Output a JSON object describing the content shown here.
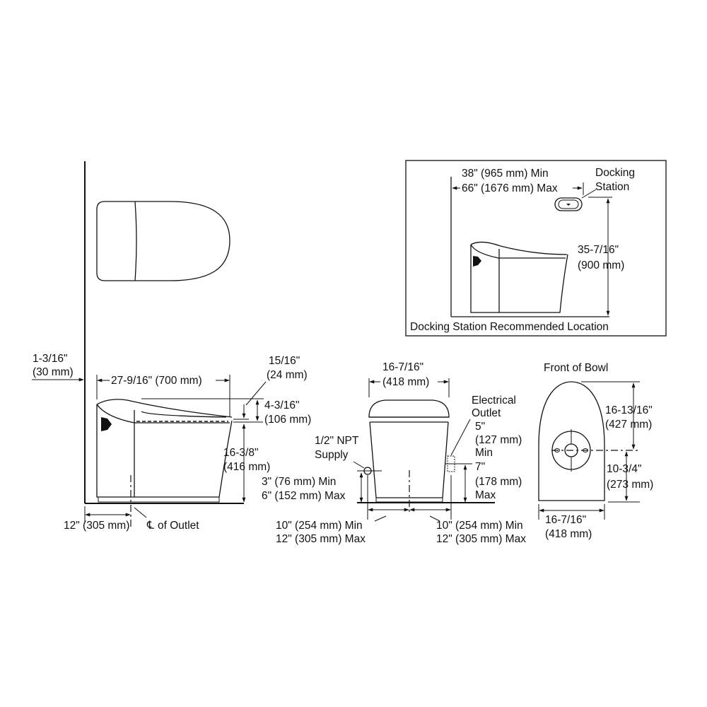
{
  "diagram": {
    "type": "technical-dimension-drawing",
    "subject": "Smart toilet with docking station",
    "line_color": "#111111",
    "background": "#ffffff"
  },
  "inset": {
    "title": "Docking Station Recommended Location",
    "distance_min": "38\" (965 mm) Min",
    "distance_max": "66\" (1676 mm) Max",
    "docking_label_1": "Docking",
    "docking_label_2": "Station",
    "height_in": "35-7/16\"",
    "height_mm": "(900 mm)"
  },
  "side_view": {
    "wall_offset_in": "1-3/16\"",
    "wall_offset_mm": "(30 mm)",
    "length": "27-9/16\" (700 mm)",
    "seat_gap_in": "15/16\"",
    "seat_gap_mm": "(24 mm)",
    "lid_height_in": "4-3/16\"",
    "lid_height_mm": "(106 mm)",
    "rim_height_in": "16-3/8\"",
    "rim_height_mm": "(416 mm)",
    "rough_in": "12\" (305 mm)",
    "outlet_centerline": "of Outlet",
    "centerline_symbol": "℄"
  },
  "front_view": {
    "width_in": "16-7/16\"",
    "width_mm": "(418 mm)",
    "supply_label_1": "1/2\" NPT",
    "supply_label_2": "Supply",
    "supply_height_min": "3\" (76 mm) Min",
    "supply_height_max": "6\" (152 mm) Max",
    "electrical_label_1": "Electrical",
    "electrical_label_2": "Outlet",
    "electrical_min_in": "5\"",
    "electrical_min_mm": "(127 mm)",
    "electrical_min_label": "Min",
    "electrical_max_in": "7\"",
    "electrical_max_mm": "(178 mm)",
    "electrical_max_label": "Max",
    "left_offset_min": "10\" (254 mm) Min",
    "left_offset_max": "12\" (305 mm) Max",
    "right_offset_min": "10\" (254 mm) Min",
    "right_offset_max": "12\" (305 mm) Max"
  },
  "bowl_view": {
    "title": "Front of Bowl",
    "front_to_outlet_in": "16-13/16\"",
    "front_to_outlet_mm": "(427 mm)",
    "outlet_to_back_in": "10-3/4\"",
    "outlet_to_back_mm": "(273 mm)",
    "width_in": "16-7/16\"",
    "width_mm": "(418 mm)"
  }
}
